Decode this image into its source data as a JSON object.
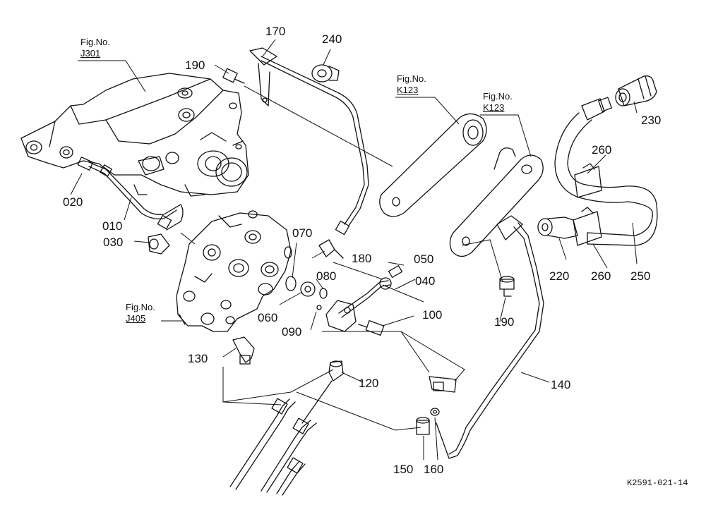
{
  "figure_refs": [
    {
      "prefix": "Fig.No.",
      "number": "J301"
    },
    {
      "prefix": "Fig.No.",
      "number": "K123"
    },
    {
      "prefix": "Fig.No.",
      "number": "K123"
    },
    {
      "prefix": "Fig.No.",
      "number": "J405"
    }
  ],
  "part_numbers": [
    "010",
    "020",
    "030",
    "040",
    "050",
    "060",
    "070",
    "080",
    "090",
    "100",
    "120",
    "130",
    "140",
    "150",
    "160",
    "170",
    "180",
    "190",
    "190",
    "220",
    "230",
    "240",
    "250",
    "260",
    "260"
  ],
  "drawing_code": "K2591-021-14"
}
